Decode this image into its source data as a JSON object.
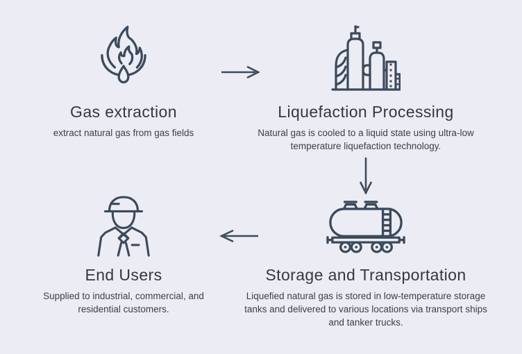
{
  "colors": {
    "background": "#ECEDF4",
    "accent": "#3C4A5B",
    "title": "#34383E",
    "description": "#3B3E44"
  },
  "steps": [
    {
      "id": "gas-extraction",
      "icon": "flame-drop-icon",
      "title": "Gas extraction",
      "description": "extract natural gas from gas fields"
    },
    {
      "id": "liquefaction-processing",
      "icon": "refinery-plant-icon",
      "title": "Liquefaction Processing",
      "description": "Natural gas is cooled to a liquid state using ultra-low temperature liquefaction technology."
    },
    {
      "id": "storage-transportation",
      "icon": "tank-wagon-icon",
      "title": "Storage and Transportation",
      "description": "Liquefied natural gas is stored in low-temperature storage tanks and delivered to various locations via transport ships and tanker trucks."
    },
    {
      "id": "end-users",
      "icon": "worker-icon",
      "title": "End Users",
      "description": "Supplied to industrial, commercial, and residential customers."
    }
  ],
  "arrows": [
    {
      "direction": "right",
      "from": "gas-extraction",
      "to": "liquefaction-processing"
    },
    {
      "direction": "down",
      "from": "liquefaction-processing",
      "to": "storage-transportation"
    },
    {
      "direction": "left",
      "from": "storage-transportation",
      "to": "end-users"
    }
  ]
}
